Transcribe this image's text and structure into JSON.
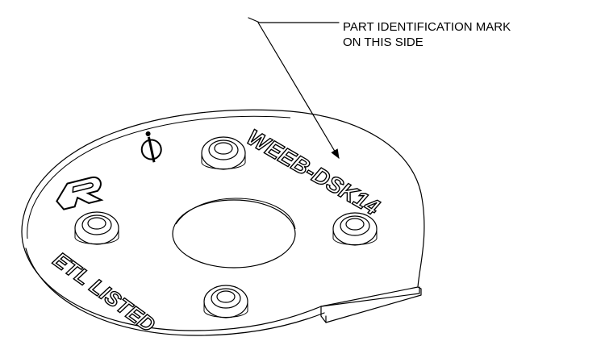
{
  "callout": {
    "line1": "PART IDENTIFICATION MARK",
    "line2": "ON THIS SIDE"
  },
  "part": {
    "marking_model": "WEEB-DSK14",
    "marking_listing": "ETL LISTED"
  },
  "icons": {
    "pointer": "leader-arrow",
    "washer": "washer-disk",
    "hole": "mounting-hole",
    "logo_a": "manufacturer-logo",
    "logo_b": "certification-logo"
  }
}
